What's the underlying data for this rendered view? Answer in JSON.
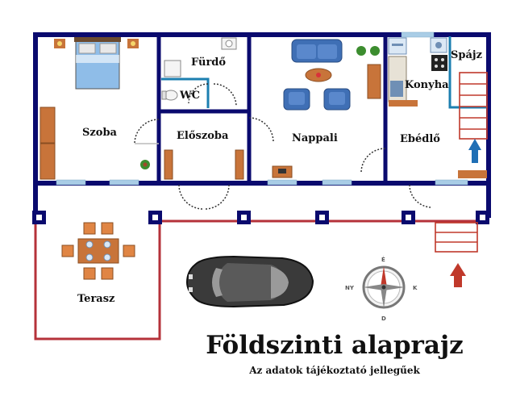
{
  "plan": {
    "title": "Földszinti alaprajz",
    "subtitle": "Az adatok tájékoztató jellegűek",
    "rooms": {
      "szoba": "Szoba",
      "furdo": "Fürdő",
      "wc": "WC",
      "eloszoba": "Előszoba",
      "nappali": "Nappali",
      "konyha": "Konyha",
      "spajz": "Spájz",
      "ebedlo": "Ebédlő",
      "terasz": "Terasz"
    },
    "compass": {
      "north": "É",
      "east": "K",
      "south": "D",
      "west": "NY"
    },
    "colors": {
      "wall": "#0a0a6e",
      "window": "#a9cde6",
      "terrace_line": "#b5323a",
      "furniture_blue": "#3f6fb5",
      "wood": "#c8743a",
      "stair_red": "#c0392b"
    },
    "icons": {
      "car": "car-icon",
      "compass": "compass-icon",
      "entrance_arrow": "entrance-arrow-icon",
      "stair_arrow": "stair-arrow-icon"
    }
  }
}
